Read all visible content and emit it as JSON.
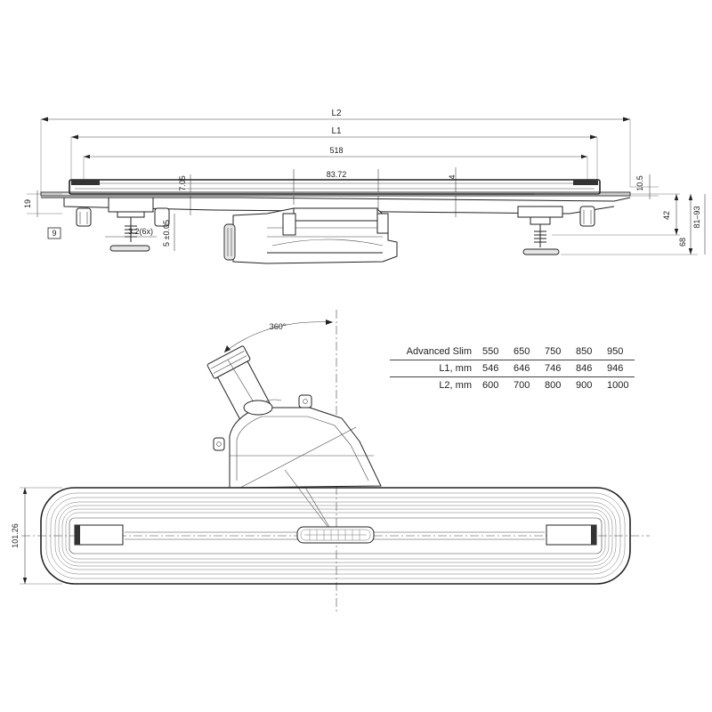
{
  "dimensions": {
    "L2": "L2",
    "L1": "L1",
    "d518": "518",
    "d83_72": "83.72",
    "d4": "4",
    "d7_05": "7.05",
    "d10_5": "10.5",
    "d19": "19",
    "d9": "9",
    "d3_2": "3.2(6x)",
    "d5": "5 ±0.05",
    "d42": "42",
    "d68": "68",
    "d81_93": "81–93",
    "d101_26": "101.26",
    "d360": "360°"
  },
  "spec_table": {
    "header": {
      "label": "Advanced Slim",
      "values": [
        "550",
        "650",
        "750",
        "850",
        "950"
      ]
    },
    "rows": [
      {
        "label": "L1, mm",
        "values": [
          "546",
          "646",
          "746",
          "846",
          "946"
        ]
      },
      {
        "label": "L2, mm",
        "values": [
          "600",
          "700",
          "800",
          "900",
          "1000"
        ]
      }
    ]
  }
}
